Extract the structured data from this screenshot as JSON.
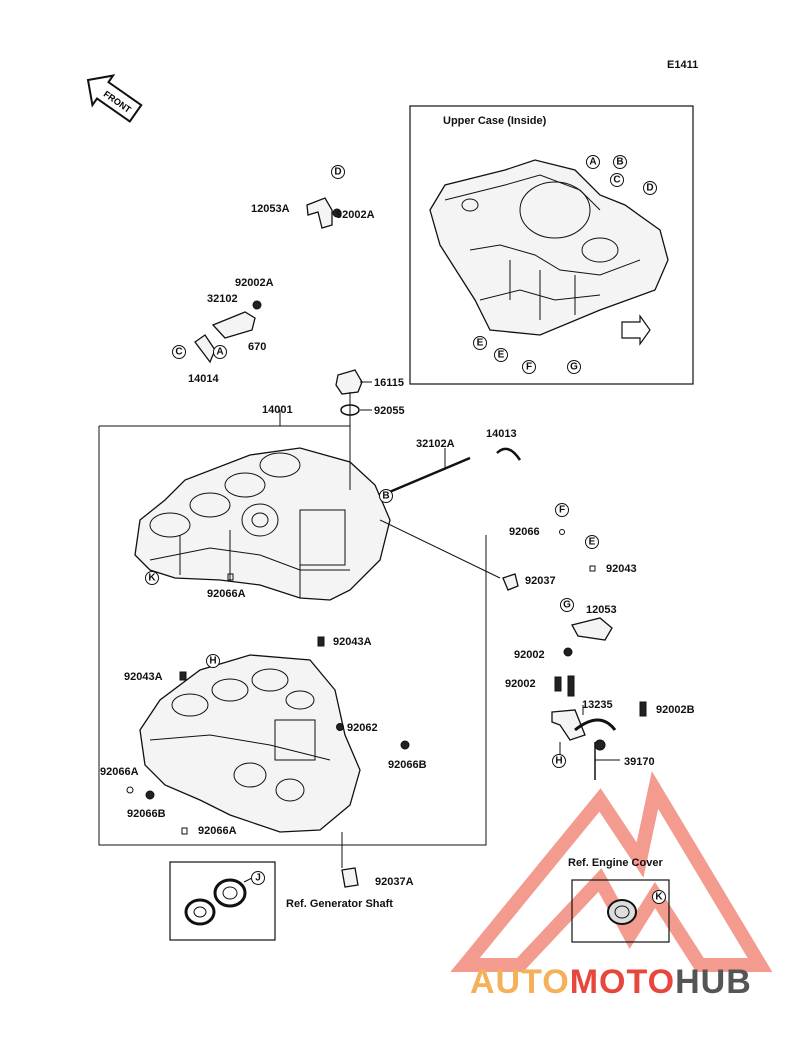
{
  "figure_code": "E1411",
  "front_badge": "FRONT",
  "upper_case_title": "Upper Case (Inside)",
  "ref_generator": "Ref. Generator Shaft",
  "ref_engine_cover": "Ref. Engine Cover",
  "watermark": {
    "part1": "AUTO",
    "part2": "MOTO",
    "part3": "HUB",
    "color1": "#f5b05a",
    "color2": "#e8463c",
    "color3": "#555555"
  },
  "parts": [
    "12053A",
    "92002A",
    "92002A",
    "32102",
    "670",
    "14014",
    "16115",
    "92055",
    "14001",
    "32102A",
    "14013",
    "92066",
    "92043",
    "92037",
    "12053",
    "92002",
    "92002",
    "13235",
    "92002B",
    "39170",
    "92066A",
    "92043A",
    "92043A",
    "92062",
    "92066A",
    "92066B",
    "92066B",
    "92066A",
    "92037A"
  ],
  "callouts": [
    "A",
    "B",
    "C",
    "D",
    "E",
    "E",
    "F",
    "G",
    "D",
    "C",
    "A",
    "B",
    "F",
    "E",
    "G",
    "H",
    "H",
    "J",
    "K",
    "K"
  ]
}
